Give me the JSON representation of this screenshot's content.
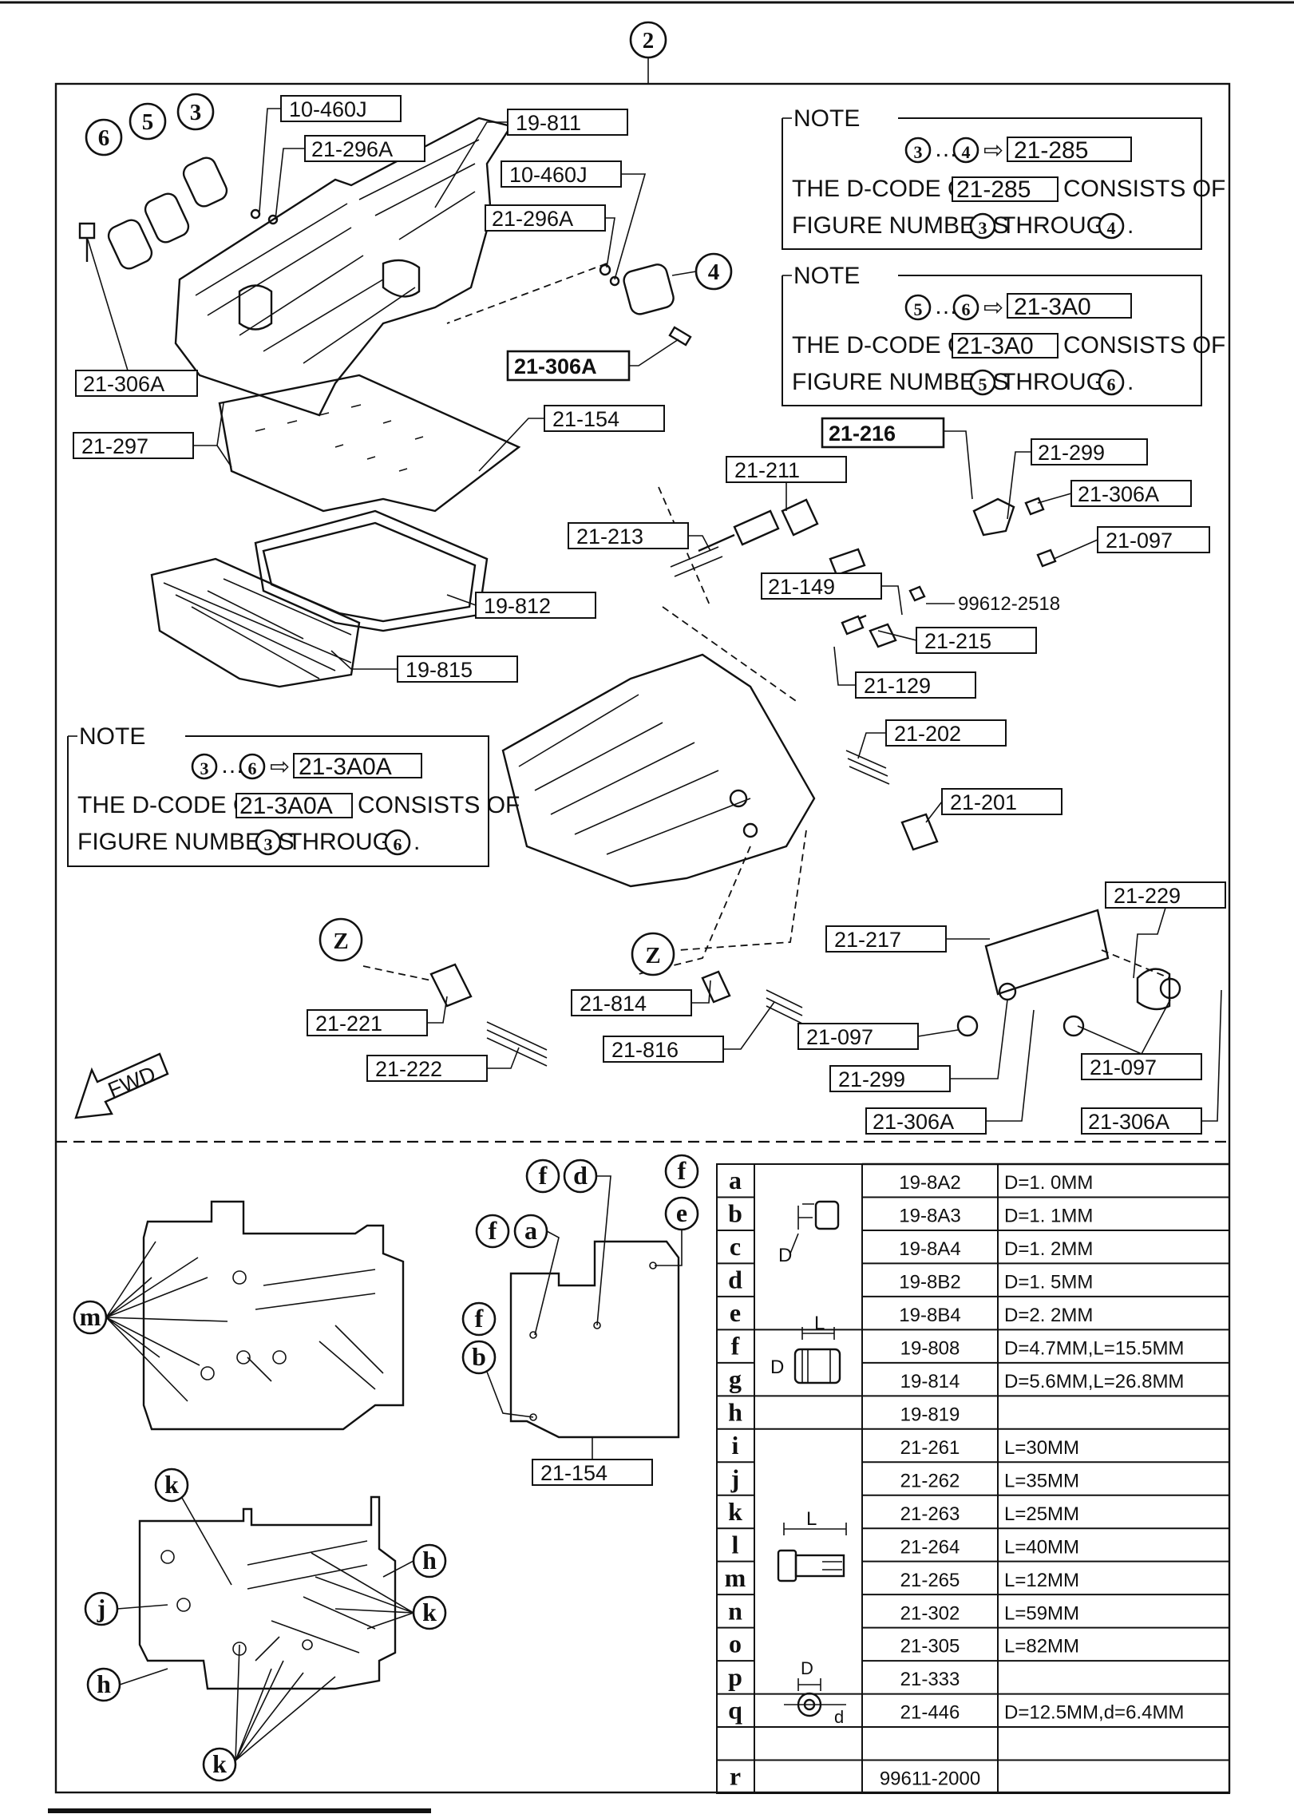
{
  "main_callout": "2",
  "notes": [
    {
      "heading": "NOTE",
      "from": "3",
      "to": "4",
      "code": "21-285",
      "line2a": "THE D-CODE OF",
      "line2b": "CONSISTS OF",
      "line3a": "FIGURE NUMBERS",
      "line3b": "THROUGH"
    },
    {
      "heading": "NOTE",
      "from": "5",
      "to": "6",
      "code": "21-3A0",
      "line2a": "THE D-CODE OF",
      "line2b": "CONSISTS OF",
      "line3a": "FIGURE NUMBERS",
      "line3b": "THROUGH"
    },
    {
      "heading": "NOTE",
      "from": "3",
      "to": "6",
      "code": "21-3A0A",
      "line2a": "THE D-CODE OF",
      "line2b": "CONSISTS OF",
      "line3a": "FIGURE NUMBERS",
      "line3b": "THROUGH"
    }
  ],
  "part_labels": [
    "10-460J",
    "21-296A",
    "19-811",
    "10-460J",
    "21-296A",
    "21-306A",
    "21-306A",
    "21-297",
    "21-154",
    "21-216",
    "21-299",
    "21-306A",
    "21-097",
    "21-211",
    "21-213",
    "21-149",
    "99612-2518",
    "21-215",
    "21-129",
    "19-812",
    "19-815",
    "21-202",
    "21-201",
    "21-229",
    "21-217",
    "21-814",
    "21-816",
    "21-221",
    "21-222",
    "21-097",
    "21-299",
    "21-306A",
    "21-097",
    "21-306A",
    "21-154"
  ],
  "callouts": [
    "6",
    "5",
    "3",
    "4",
    "Z",
    "Z"
  ],
  "fwd_label": "FWD",
  "bottom_letters": [
    "m",
    "f",
    "d",
    "f",
    "e",
    "f",
    "a",
    "f",
    "b",
    "k",
    "h",
    "j",
    "k",
    "h",
    "k"
  ],
  "table": {
    "rows": [
      {
        "letter": "a",
        "part": "19-8A2",
        "spec": "D=1. 0MM"
      },
      {
        "letter": "b",
        "part": "19-8A3",
        "spec": "D=1. 1MM"
      },
      {
        "letter": "c",
        "part": "19-8A4",
        "spec": "D=1. 2MM"
      },
      {
        "letter": "d",
        "part": "19-8B2",
        "spec": "D=1. 5MM"
      },
      {
        "letter": "e",
        "part": "19-8B4",
        "spec": "D=2. 2MM"
      },
      {
        "letter": "f",
        "part": "19-808",
        "spec": "D=4.7MM,L=15.5MM"
      },
      {
        "letter": "g",
        "part": "19-814",
        "spec": "D=5.6MM,L=26.8MM"
      },
      {
        "letter": "h",
        "part": "19-819",
        "spec": ""
      },
      {
        "letter": "i",
        "part": "21-261",
        "spec": "L=30MM"
      },
      {
        "letter": "j",
        "part": "21-262",
        "spec": "L=35MM"
      },
      {
        "letter": "k",
        "part": "21-263",
        "spec": "L=25MM"
      },
      {
        "letter": "l",
        "part": "21-264",
        "spec": "L=40MM"
      },
      {
        "letter": "m",
        "part": "21-265",
        "spec": "L=12MM"
      },
      {
        "letter": "n",
        "part": "21-302",
        "spec": "L=59MM"
      },
      {
        "letter": "o",
        "part": "21-305",
        "spec": "L=82MM"
      },
      {
        "letter": "p",
        "part": "21-333",
        "spec": ""
      },
      {
        "letter": "q",
        "part": "21-446",
        "spec": "D=12.5MM,d=6.4MM"
      },
      {
        "letter": "",
        "part": "",
        "spec": ""
      },
      {
        "letter": "r",
        "part": "99611-2000",
        "spec": ""
      }
    ],
    "dim_labels": {
      "D": "D",
      "L": "L",
      "d": "d"
    }
  }
}
